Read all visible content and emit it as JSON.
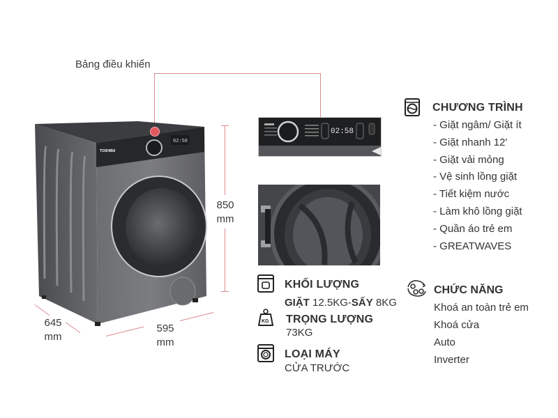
{
  "callout": {
    "label": "Bảng điều khiển"
  },
  "accent_color": "#d98a8f",
  "machine": {
    "brand": "TOSHIBA",
    "display_time": "02:58",
    "color": "#5a5b5e"
  },
  "dimensions": {
    "height": {
      "value": "850",
      "unit": "mm"
    },
    "width": {
      "value": "595",
      "unit": "mm"
    },
    "depth": {
      "value": "645",
      "unit": "mm"
    }
  },
  "detail_images": {
    "panel": {
      "alt": "control-panel-closeup",
      "display_time": "02:58"
    },
    "drum": {
      "alt": "drum-closeup"
    }
  },
  "specs": {
    "capacity": {
      "icon": "washer-weight-icon",
      "title": "KHỐI LƯỢNG",
      "wash_label": "GIẶT",
      "wash_value": "12.5KG-",
      "dry_label": "SẤY",
      "dry_value": "8KG"
    },
    "weight": {
      "icon": "kg-weight-icon",
      "title": "TRỌNG LƯỢNG",
      "value": "73KG"
    },
    "type": {
      "icon": "front-load-washer-icon",
      "title": "LOẠI MÁY",
      "value": "CỬA TRƯỚC"
    }
  },
  "programs": {
    "icon": "washing-machine-icon",
    "title": "CHƯƠNG TRÌNH",
    "items": [
      "- Giặt ngâm/ Giặt ít",
      "- Giặt nhanh 12'",
      "- Giặt vải mỏng",
      "- Vệ sinh lồng giặt",
      "- Tiết kiệm nước",
      "- Làm khô lồng giặt",
      "- Quần áo trẻ em",
      "- GREATWAVES"
    ]
  },
  "features": {
    "icon": "gears-icon",
    "title": "CHỨC NĂNG",
    "items": [
      "Khoá an toàn trẻ em",
      "Khoá cửa",
      "Auto",
      "Inverter"
    ]
  }
}
